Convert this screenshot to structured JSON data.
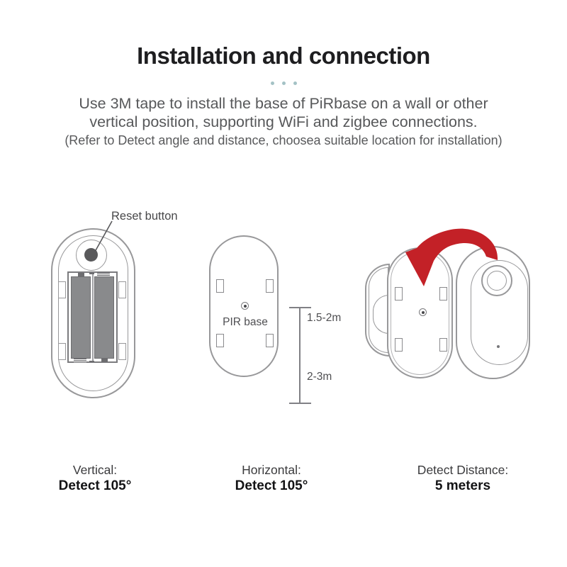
{
  "header": {
    "title": "Installation and connection",
    "description_line1": "Use 3M tape to install the base of PiRbase on a wall or other",
    "description_line2": "vertical position, supporting WiFi and zigbee connections.",
    "note": "(Refer to Detect angle and distance, choosea suitable location for installation)"
  },
  "figure": {
    "reset_button_label": "Reset button",
    "pir_base_label": "PIR base",
    "mounting_height_upper": "1.5-2m",
    "mounting_height_lower": "2-3m"
  },
  "captions": [
    {
      "label": "Vertical:",
      "value": "Detect 105°"
    },
    {
      "label": "Horizontal:",
      "value": "Detect 105°"
    },
    {
      "label": "Detect Distance:",
      "value": "5 meters"
    }
  ],
  "colors": {
    "accent_red": "#c32127",
    "separator_dot_teal": "#a4c2c5",
    "outline_gray": "#98989a",
    "battery_gray": "#898a8c",
    "text_dark": "#1e1e20",
    "text_gray": "#58595b"
  },
  "icons": {
    "attach_arrow": "curved-red-arrow",
    "separator": "three-dots"
  }
}
